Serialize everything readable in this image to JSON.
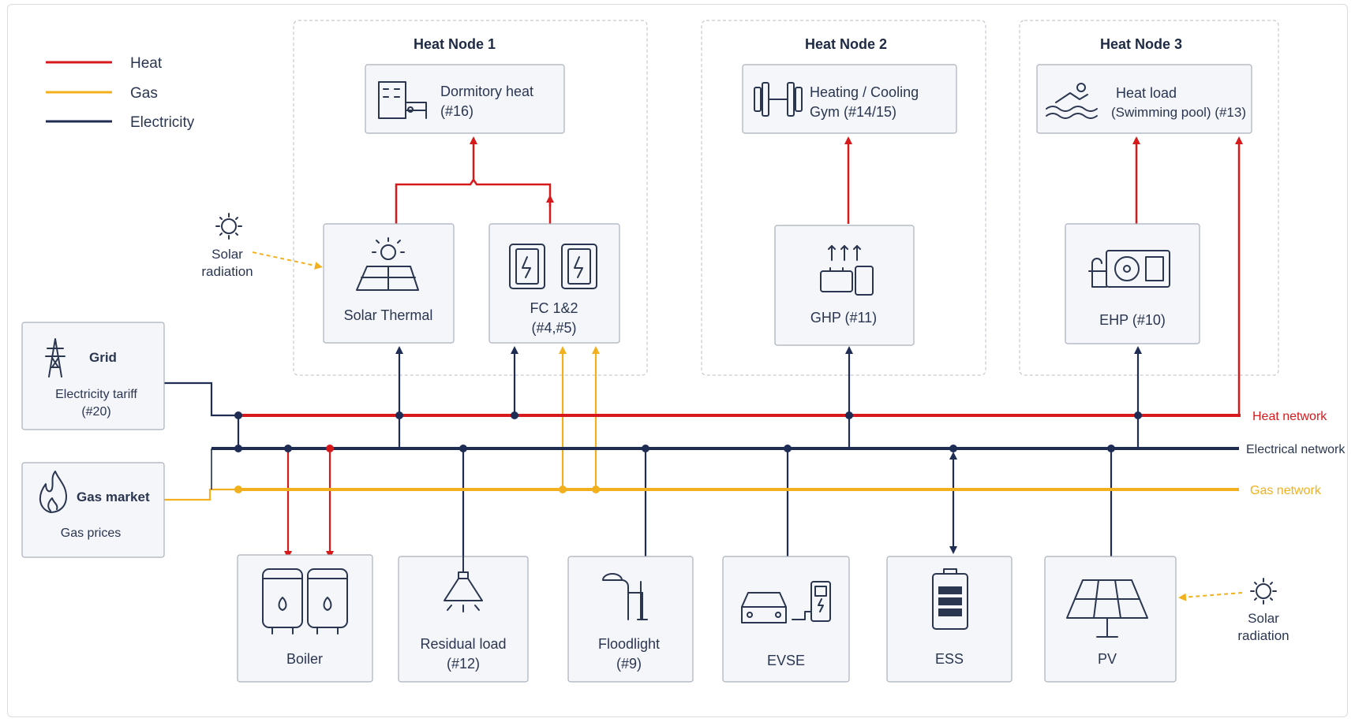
{
  "legend": {
    "heat": "Heat",
    "gas": "Gas",
    "electricity": "Electricity"
  },
  "colors": {
    "heat": "#d7191c",
    "gas": "#f2b01e",
    "electricity": "#1f2d55"
  },
  "groups": {
    "node1": "Heat Node 1",
    "node2": "Heat Node 2",
    "node3": "Heat Node 3"
  },
  "loads": {
    "dormitory": [
      "Dormitory heat",
      "(#16)"
    ],
    "gym": [
      "Heating / Cooling",
      "Gym (#14/15)"
    ],
    "pool": [
      "Heat load",
      "(Swimming pool) (#13)"
    ]
  },
  "units": {
    "solar_thermal": "Solar Thermal",
    "fc": [
      "FC 1&2",
      "(#4,#5)"
    ],
    "ghp": "GHP (#11)",
    "ehp": "EHP (#10)"
  },
  "sources": {
    "solar_radiation": [
      "Solar",
      "radiation"
    ],
    "grid_title": "Grid",
    "grid_sub": [
      "Electricity tariff",
      "(#20)"
    ],
    "gas_title": "Gas market",
    "gas_sub": "Gas prices"
  },
  "networks": {
    "heat": "Heat network",
    "electrical": "Electrical network",
    "gas": "Gas network"
  },
  "bottom": {
    "boiler": "Boiler",
    "residual": [
      "Residual load",
      "(#12)"
    ],
    "floodlight": [
      "Floodlight",
      "(#9)"
    ],
    "evse": "EVSE",
    "ess": "ESS",
    "pv": "PV"
  },
  "icons": [
    "building-bed-icon",
    "dumbbell-icon",
    "swimmer-icon",
    "sun-icon",
    "solar-collector-icon",
    "fuel-cell-icon",
    "heat-pump-icon",
    "ehp-unit-icon",
    "pylon-icon",
    "flame-icon",
    "boiler-tanks-icon",
    "lamp-icon",
    "streetlight-icon",
    "car-charger-icon",
    "battery-icon",
    "pv-panel-icon"
  ]
}
